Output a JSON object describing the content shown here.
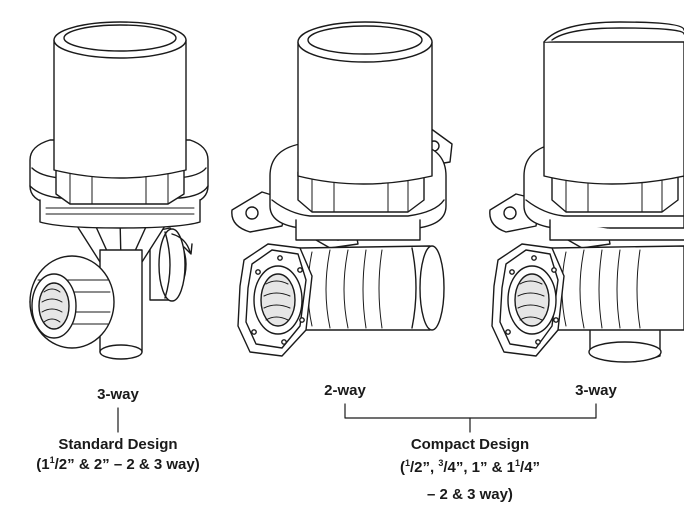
{
  "labels": {
    "standard_type": "3-way",
    "standard_title": "Standard Design",
    "standard_sizes_lead": "(1",
    "standard_sizes_sup": "1",
    "standard_sizes_tail": "/2” & 2” – 2 & 3 way)",
    "compact_left_type": "2-way",
    "compact_right_type": "3-way",
    "compact_title": "Compact Design",
    "compact_sizes_open": "(",
    "compact_sizes_sup1": "1",
    "compact_sizes_part1": "/2”, ",
    "compact_sizes_sup2": "3",
    "compact_sizes_part2": "/4”, 1” & 1",
    "compact_sizes_sup3": "1",
    "compact_sizes_part3": "/4”",
    "compact_sizes_line2": "– 2 & 3 way)"
  },
  "colors": {
    "line": "#1a1a1a",
    "fill": "#ffffff",
    "shade": "#e6e6e6"
  }
}
